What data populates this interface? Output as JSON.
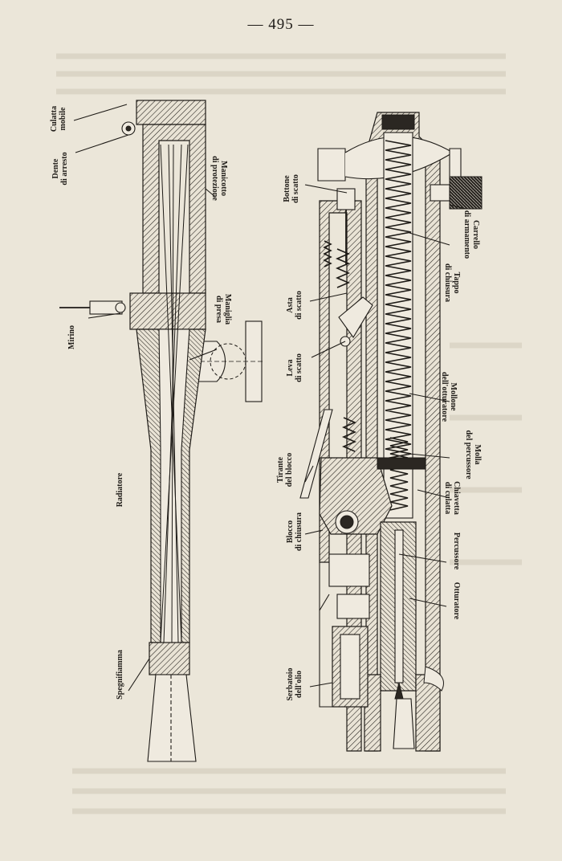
{
  "page_number": "— 495 —",
  "labels": {
    "culatta_mobile_line1": "Culatta",
    "culatta_mobile_line2": "mobile",
    "dente_arresto_line1": "Dente",
    "dente_arresto_line2": "di arresto",
    "manicotto_line1": "Manicotto",
    "manicotto_line2": "di protezione",
    "mirino": "Mirino",
    "maniglia_line1": "Maniglia",
    "maniglia_line2": "di presa",
    "radiatore": "Radiatore",
    "spegnifiamma": "Spegnifiamma",
    "bottone_scatto_line1": "Bottone",
    "bottone_scatto_line2": "di scatto",
    "carrello_line1": "Carrello",
    "carrello_line2": "di armamento",
    "tappo_line1": "Tappo",
    "tappo_line2": "di chiusura",
    "asta_scatto_line1": "Asta",
    "asta_scatto_line2": "di scatto",
    "leva_scatto_line1": "Leva",
    "leva_scatto_line2": "di scatto",
    "mollone_line1": "Mollone",
    "mollone_line2": "dell'otturatore",
    "tirante_line1": "Tirante",
    "tirante_line2": "del blocco",
    "molla_percussore_line1": "Molla",
    "molla_percussore_line2": "del percussore",
    "chiavetta_line1": "Chiavetta",
    "chiavetta_line2": "di culatta",
    "blocco_line1": "Blocco",
    "blocco_line2": "di chiusura",
    "percussore": "Percussore",
    "otturatore": "Otturatore",
    "serbatoio_line1": "Serbatoio",
    "serbatoio_line2": "dell'olio"
  }
}
